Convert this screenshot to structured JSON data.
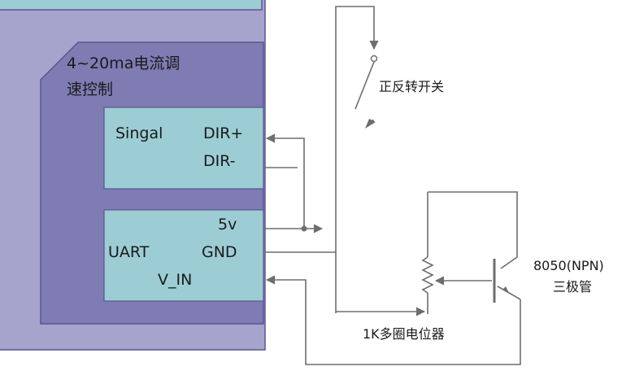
{
  "module": {
    "title_line1": "4~20ma电流调",
    "title_line2": "速控制"
  },
  "signal_block": {
    "label": "Singal",
    "pin_dir_plus": "DIR+",
    "pin_dir_minus": "DIR-"
  },
  "uart_block": {
    "label": "UART",
    "pin_5v": "5v",
    "pin_gnd": "GND",
    "pin_vin": "V_IN"
  },
  "switch": {
    "label": "正反转开关"
  },
  "potentiometer": {
    "label": "1K多圈电位器"
  },
  "transistor": {
    "label_line1": "8050(NPN)",
    "label_line2": "三极管"
  },
  "colors": {
    "board_fill": "#a6a3cc",
    "panel_fill": "#7f7bb3",
    "block_fill": "#9ccdd4",
    "wire": "#6e6e6e"
  }
}
